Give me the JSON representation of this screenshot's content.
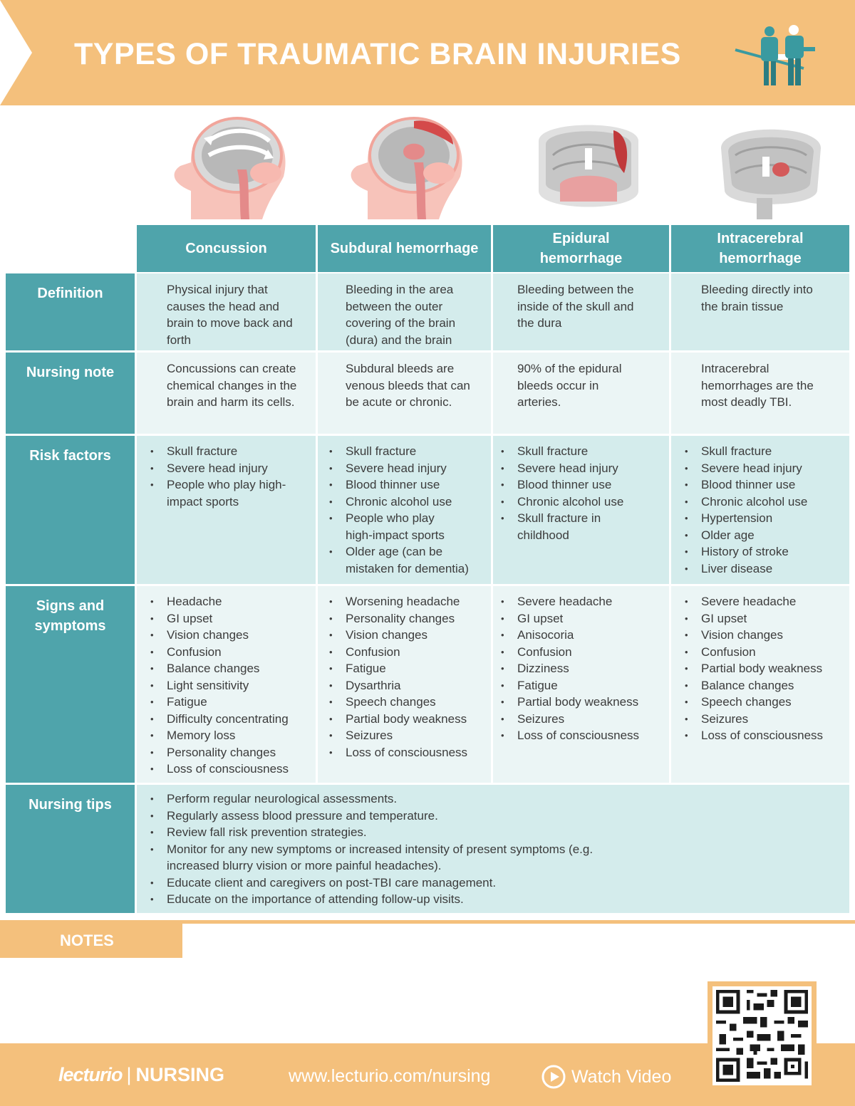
{
  "header": {
    "title": "TYPES OF TRAUMATIC BRAIN INJURIES"
  },
  "colors": {
    "orange": "#f4c07c",
    "teal": "#4fa4ab",
    "row_dark": "#d4ecec",
    "row_light": "#ebf5f5"
  },
  "columns": [
    {
      "label": "Concussion"
    },
    {
      "label": "Subdural hemorrhage"
    },
    {
      "label": "Epidural hemorrhage"
    },
    {
      "label": "Intracerebral hemorrhage"
    }
  ],
  "rows": {
    "definition": {
      "label": "Definition",
      "cells": [
        "Physical injury that causes the head and brain to move back and forth",
        "Bleeding in the area between the outer covering of the brain (dura) and the brain",
        "Bleeding between the inside of the skull and the dura",
        "Bleeding directly into the brain tissue"
      ]
    },
    "nursing_note": {
      "label": "Nursing note",
      "cells": [
        "Concussions can create chemical changes in the brain and harm its cells.",
        "Subdural bleeds are venous bleeds that can be acute or chronic.",
        "90% of the epidural bleeds occur in arteries.",
        "Intracerebral hemorrhages are the most deadly TBI."
      ]
    },
    "risk_factors": {
      "label": "Risk factors",
      "cells": [
        [
          "Skull fracture",
          "Severe head injury",
          "People who play high-impact sports"
        ],
        [
          "Skull fracture",
          "Severe head injury",
          "Blood thinner use",
          "Chronic alcohol use",
          "People who play high-impact sports",
          "Older age (can be mistaken for dementia)"
        ],
        [
          "Skull fracture",
          "Severe head injury",
          "Blood thinner use",
          "Chronic alcohol use",
          "Skull fracture in childhood"
        ],
        [
          "Skull fracture",
          "Severe head injury",
          "Blood thinner use",
          "Chronic alcohol use",
          "Hypertension",
          "Older age",
          "History of stroke",
          "Liver disease"
        ]
      ]
    },
    "signs": {
      "label": "Signs and symptoms",
      "cells": [
        [
          "Headache",
          "GI upset",
          "Vision changes",
          "Confusion",
          "Balance changes",
          "Light sensitivity",
          "Fatigue",
          "Difficulty concentrating",
          "Memory loss",
          "Personality changes",
          "Loss of consciousness"
        ],
        [
          "Worsening headache",
          "Personality changes",
          "Vision changes",
          "Confusion",
          "Fatigue",
          "Dysarthria",
          "Speech changes",
          "Partial body weakness",
          "Seizures",
          "Loss of consciousness"
        ],
        [
          "Severe headache",
          "GI upset",
          "Anisocoria",
          "Confusion",
          "Dizziness",
          "Fatigue",
          "Partial body weakness",
          "Seizures",
          "Loss of consciousness"
        ],
        [
          "Severe headache",
          "GI upset",
          "Vision changes",
          "Confusion",
          "Partial body weakness",
          "Balance changes",
          "Speech changes",
          "Seizures",
          "Loss of consciousness"
        ]
      ]
    },
    "nursing_tips": {
      "label": "Nursing tips",
      "items": [
        "Perform regular neurological assessments.",
        "Regularly assess blood pressure and temperature.",
        "Review fall risk prevention strategies.",
        "Monitor for any new symptoms or increased intensity of present symptoms (e.g. increased blurry vision or more painful headaches).",
        "Educate client and caregivers on post-TBI care management.",
        "Educate on the importance of attending follow-up visits."
      ]
    }
  },
  "notes": {
    "label": "NOTES"
  },
  "footer": {
    "brand": "lecturio",
    "separator": "|",
    "brand_suffix": "NURSING",
    "url": "www.lecturio.com/nursing",
    "watch_label": "Watch Video"
  },
  "icons": {
    "header": "medical-staff-icon",
    "play": "play-circle-icon",
    "qr": "qr-code"
  }
}
